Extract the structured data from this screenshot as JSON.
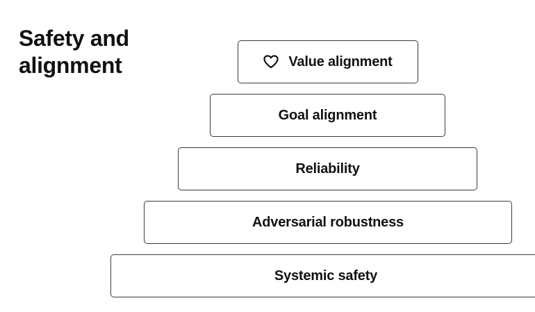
{
  "title": {
    "line1": "Safety and",
    "line2": "alignment"
  },
  "pyramid": {
    "tiers": [
      {
        "label": "Value alignment",
        "icon": "heart-icon"
      },
      {
        "label": "Goal alignment"
      },
      {
        "label": "Reliability"
      },
      {
        "label": "Adversarial robustness"
      },
      {
        "label": "Systemic safety"
      }
    ]
  }
}
